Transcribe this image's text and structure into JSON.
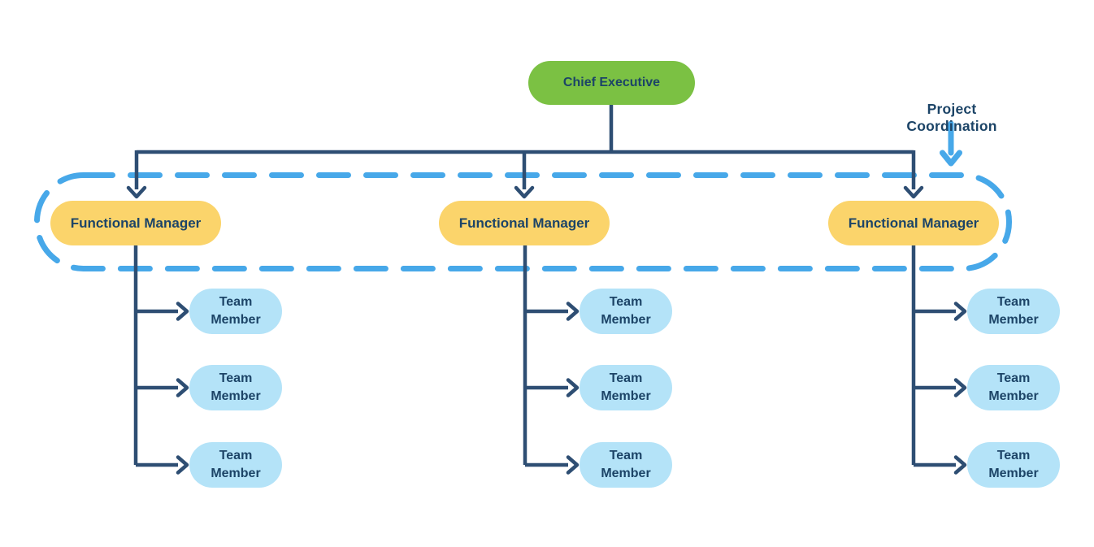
{
  "org": {
    "root": {
      "label": "Chief Executive"
    },
    "columns": [
      {
        "manager": {
          "label": "Functional Manager"
        },
        "members": [
          {
            "label": "Team Member"
          },
          {
            "label": "Team Member"
          },
          {
            "label": "Team Member"
          }
        ]
      },
      {
        "manager": {
          "label": "Functional Manager"
        },
        "members": [
          {
            "label": "Team Member"
          },
          {
            "label": "Team Member"
          },
          {
            "label": "Team Member"
          }
        ]
      },
      {
        "manager": {
          "label": "Functional Manager"
        },
        "members": [
          {
            "label": "Team Member"
          },
          {
            "label": "Team Member"
          },
          {
            "label": "Team Member"
          }
        ]
      }
    ]
  },
  "annotation": {
    "label": "Project Coordination"
  },
  "colors": {
    "executive_fill": "#7BC143",
    "manager_fill": "#FBD46B",
    "member_fill": "#B4E3F8",
    "connector": "#2E4E73",
    "text": "#1C4467",
    "coordination_blue": "#47A8E9",
    "background": "#FFFFFF"
  }
}
